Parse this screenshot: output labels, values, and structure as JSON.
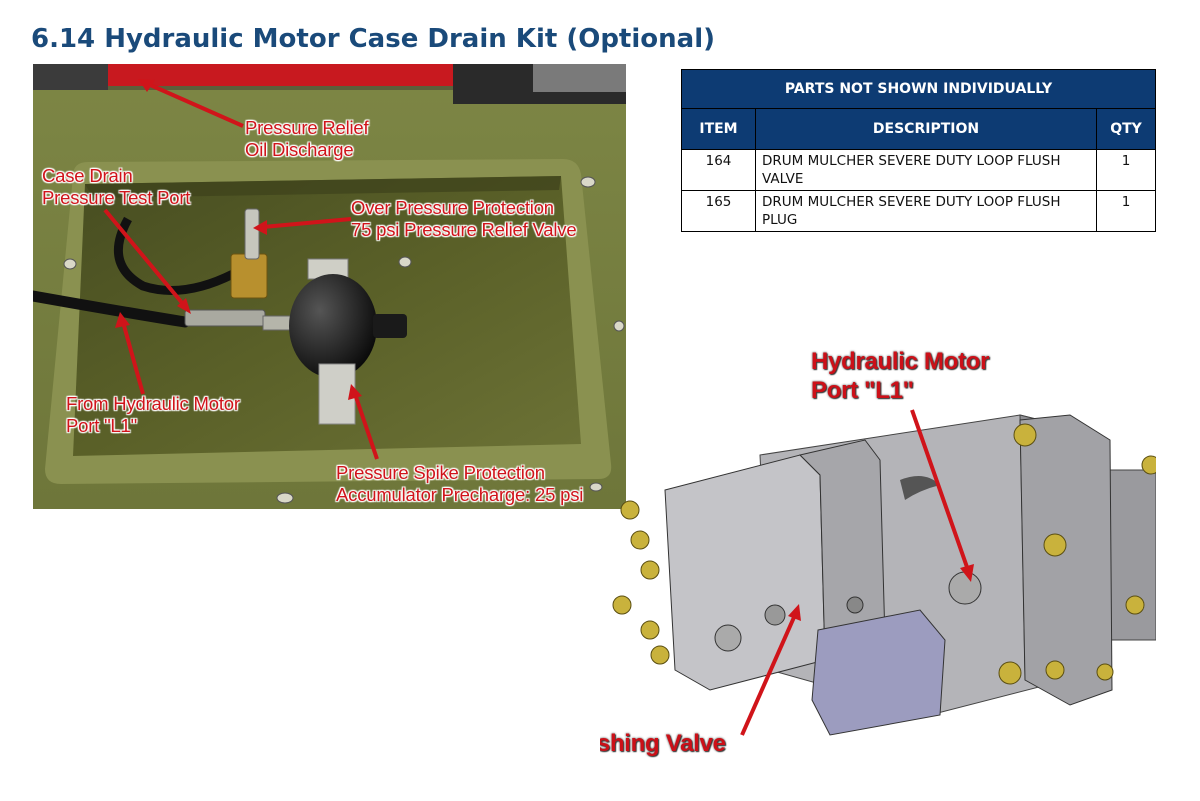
{
  "page": {
    "title": "6.14 Hydraulic Motor Case Drain Kit (Optional)"
  },
  "photo_callouts": {
    "pressure_relief": "Pressure Relief\nOil Discharge",
    "case_drain": "Case Drain\nPressure Test Port",
    "over_pressure": "Over Pressure Protection\n75 psi Pressure Relief Valve",
    "from_motor": "From Hydraulic Motor\nPort \"L1\"",
    "spike_protection": "Pressure Spike Protection\nAccumulator Precharge: 25 psi"
  },
  "parts_table": {
    "title": "PARTS NOT SHOWN INDIVIDUALLY",
    "columns": [
      "ITEM",
      "DESCRIPTION",
      "QTY"
    ],
    "rows": [
      {
        "item": "164",
        "description": "DRUM MULCHER SEVERE DUTY LOOP FLUSH VALVE",
        "qty": "1"
      },
      {
        "item": "165",
        "description": "DRUM MULCHER SEVERE DUTY LOOP FLUSH PLUG",
        "qty": "1"
      }
    ]
  },
  "assembly_callouts": {
    "motor_port": "Hydraulic Motor\nPort \"L1\"",
    "loop_flushing": "Loop Flushing Valve"
  },
  "colors": {
    "title": "#1a4a7a",
    "table_header": "#0d3b73",
    "callout_red": "#d0141a"
  }
}
